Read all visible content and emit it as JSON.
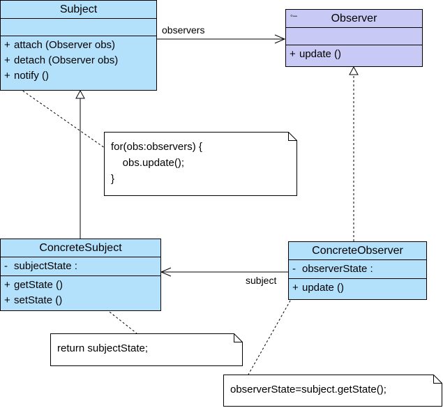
{
  "subject": {
    "name": "Subject",
    "operations": [
      {
        "vis": "+",
        "text": "attach (Observer obs)"
      },
      {
        "vis": "+",
        "text": "detach (Observer obs)"
      },
      {
        "vis": "+",
        "text": "notify ()"
      }
    ]
  },
  "observer": {
    "name": "Observer",
    "operations": [
      {
        "vis": "+",
        "text": "update ()"
      }
    ]
  },
  "concrete_subject": {
    "name": "ConcreteSubject",
    "attributes": [
      {
        "vis": "-",
        "text": "subjectState  :"
      }
    ],
    "operations": [
      {
        "vis": "+",
        "text": "getState ()"
      },
      {
        "vis": "+",
        "text": "setState ()"
      }
    ]
  },
  "concrete_observer": {
    "name": "ConcreteObserver",
    "attributes": [
      {
        "vis": "-",
        "text": "observerState  :"
      }
    ],
    "operations": [
      {
        "vis": "+",
        "text": "update ()"
      }
    ]
  },
  "associations": {
    "observers": "observers",
    "subject": "subject"
  },
  "notes": {
    "notify_note": "for(obs:observers) {\n    obs.update();\n}",
    "getstate_note": "return subjectState;",
    "update_note": "observerState=subject.getState();"
  },
  "colors": {
    "class_fill": "#b3e1fb",
    "interface_fill": "#c9c9f5"
  }
}
